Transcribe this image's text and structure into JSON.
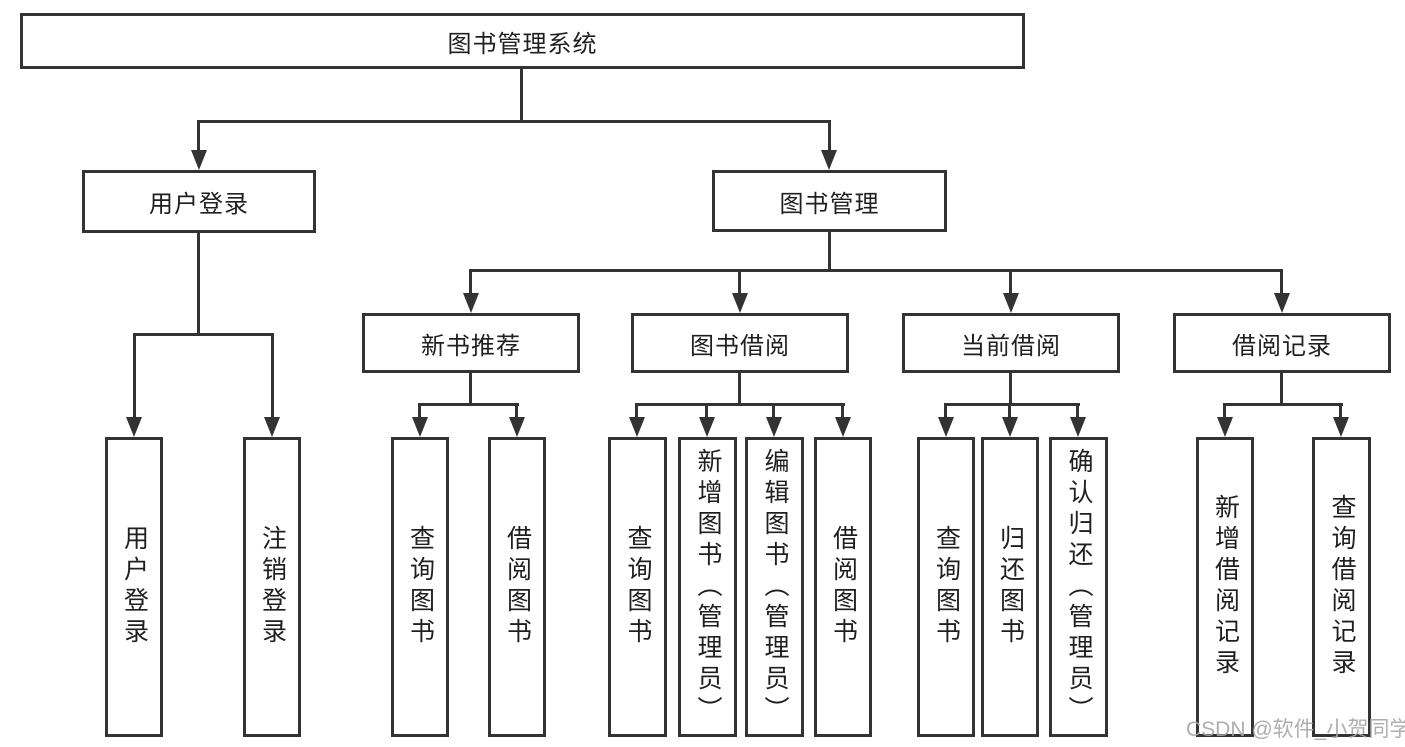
{
  "diagram": {
    "tree": {
      "root": {
        "label": "图书管理系统"
      },
      "children": [
        {
          "label": "用户登录",
          "children": [
            {
              "label": "用户登录"
            },
            {
              "label": "注销登录"
            }
          ]
        },
        {
          "label": "图书管理",
          "children": [
            {
              "label": "新书推荐",
              "children": [
                {
                  "label": "查询图书"
                },
                {
                  "label": "借阅图书"
                }
              ]
            },
            {
              "label": "图书借阅",
              "children": [
                {
                  "label": "查询图书"
                },
                {
                  "label": "新增图书（管理员）"
                },
                {
                  "label": "编辑图书（管理员）"
                },
                {
                  "label": "借阅图书"
                }
              ]
            },
            {
              "label": "当前借阅",
              "children": [
                {
                  "label": "查询图书"
                },
                {
                  "label": "归还图书"
                },
                {
                  "label": "确认归还（管理员）"
                }
              ]
            },
            {
              "label": "借阅记录",
              "children": [
                {
                  "label": "新增借阅记录"
                },
                {
                  "label": "查询借阅记录"
                }
              ]
            }
          ]
        }
      ]
    },
    "watermark": {
      "text": "CSDN @软件_小贺同学"
    },
    "colors": {
      "line": "#333333",
      "text": "#1f1f1f",
      "background": "#ffffff",
      "watermark": "#a6a6a6"
    }
  }
}
